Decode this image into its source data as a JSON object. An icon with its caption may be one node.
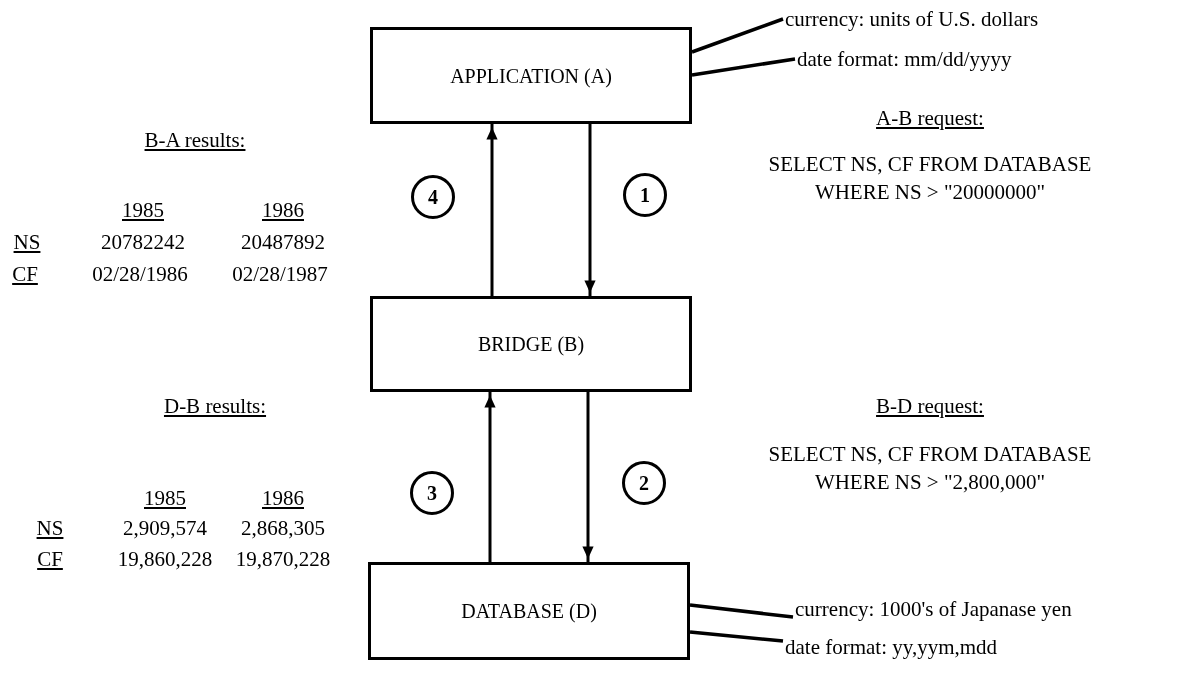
{
  "diagram": {
    "nodes": [
      {
        "text": [
          "APPLICATION (A)"
        ]
      },
      {
        "text": [
          "BRIDGE (B)"
        ]
      },
      {
        "text": [
          "DATABASE (D)"
        ]
      },
      {
        "text": [
          "currency: units of U.S. dollars"
        ]
      },
      {
        "text": [
          "date format: mm/dd/yyyy"
        ]
      },
      {
        "text": [
          "currency: 1000's of Japanase yen"
        ]
      },
      {
        "text": [
          "date format: yy,yym,mdd"
        ]
      },
      {
        "text": [
          "4"
        ]
      },
      {
        "text": [
          "1"
        ]
      },
      {
        "text": [
          "3"
        ]
      },
      {
        "text": [
          "2"
        ]
      }
    ],
    "edges": [
      {
        "from": 0,
        "to": 1,
        "arrow": "to"
      },
      {
        "from": 1,
        "to": 0,
        "arrow": "to"
      },
      {
        "from": 1,
        "to": 2,
        "arrow": "to"
      },
      {
        "from": 2,
        "to": 1,
        "arrow": "to"
      },
      {
        "from": 3,
        "to": 0,
        "arrow": "none"
      },
      {
        "from": 4,
        "to": 0,
        "arrow": "none"
      },
      {
        "from": 5,
        "to": 2,
        "arrow": "none"
      },
      {
        "from": 6,
        "to": 2,
        "arrow": "none"
      }
    ],
    "labels": [
      "B-A results:",
      "A-B request:",
      "1985",
      "1986",
      "NS",
      "20782242",
      "20487892",
      "CF",
      "02/28/1986",
      "02/28/1987",
      "SELECT NS, CF FROM DATABASE WHERE NS > \"20000000\"",
      "D-B results:",
      "B-D request:",
      "1985",
      "1986",
      "NS",
      "2,909,574",
      "2,868,305",
      "CF",
      "19,860,228",
      "19,870,228",
      "SELECT NS, CF FROM DATABASE WHERE NS > \"2,800,000\""
    ]
  }
}
